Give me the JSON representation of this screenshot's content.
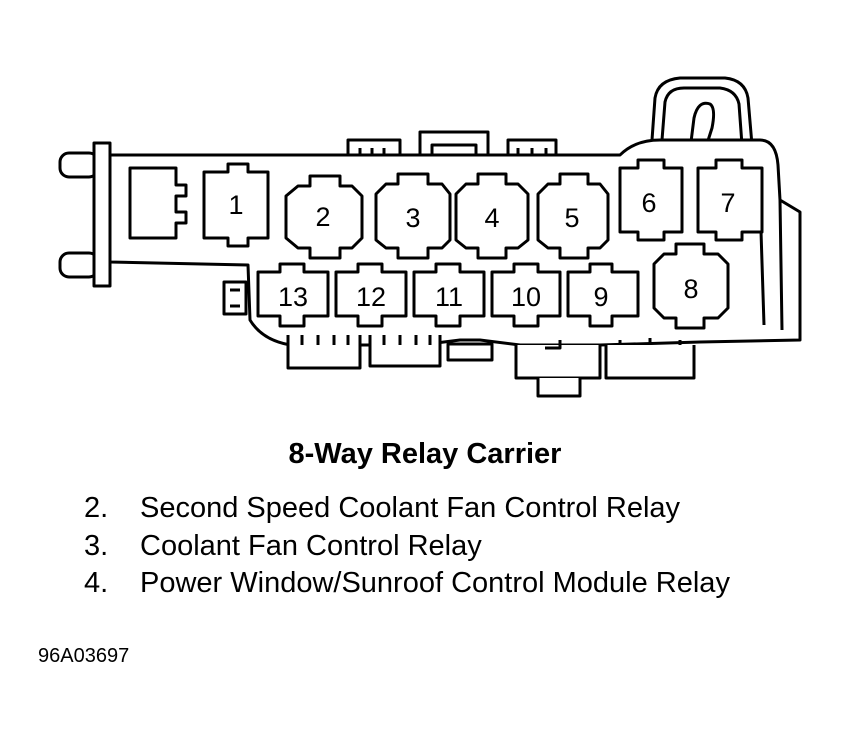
{
  "diagram": {
    "slots": [
      "1",
      "2",
      "3",
      "4",
      "5",
      "6",
      "7",
      "8",
      "9",
      "10",
      "11",
      "12",
      "13"
    ]
  },
  "caption": "8-Way Relay Carrier",
  "legend": [
    {
      "num": "2.",
      "text": "Second Speed Coolant Fan Control Relay"
    },
    {
      "num": "3.",
      "text": "Coolant Fan Control Relay"
    },
    {
      "num": "4.",
      "text": "Power Window/Sunroof Control Module Relay"
    }
  ],
  "figure_id": "96A03697"
}
